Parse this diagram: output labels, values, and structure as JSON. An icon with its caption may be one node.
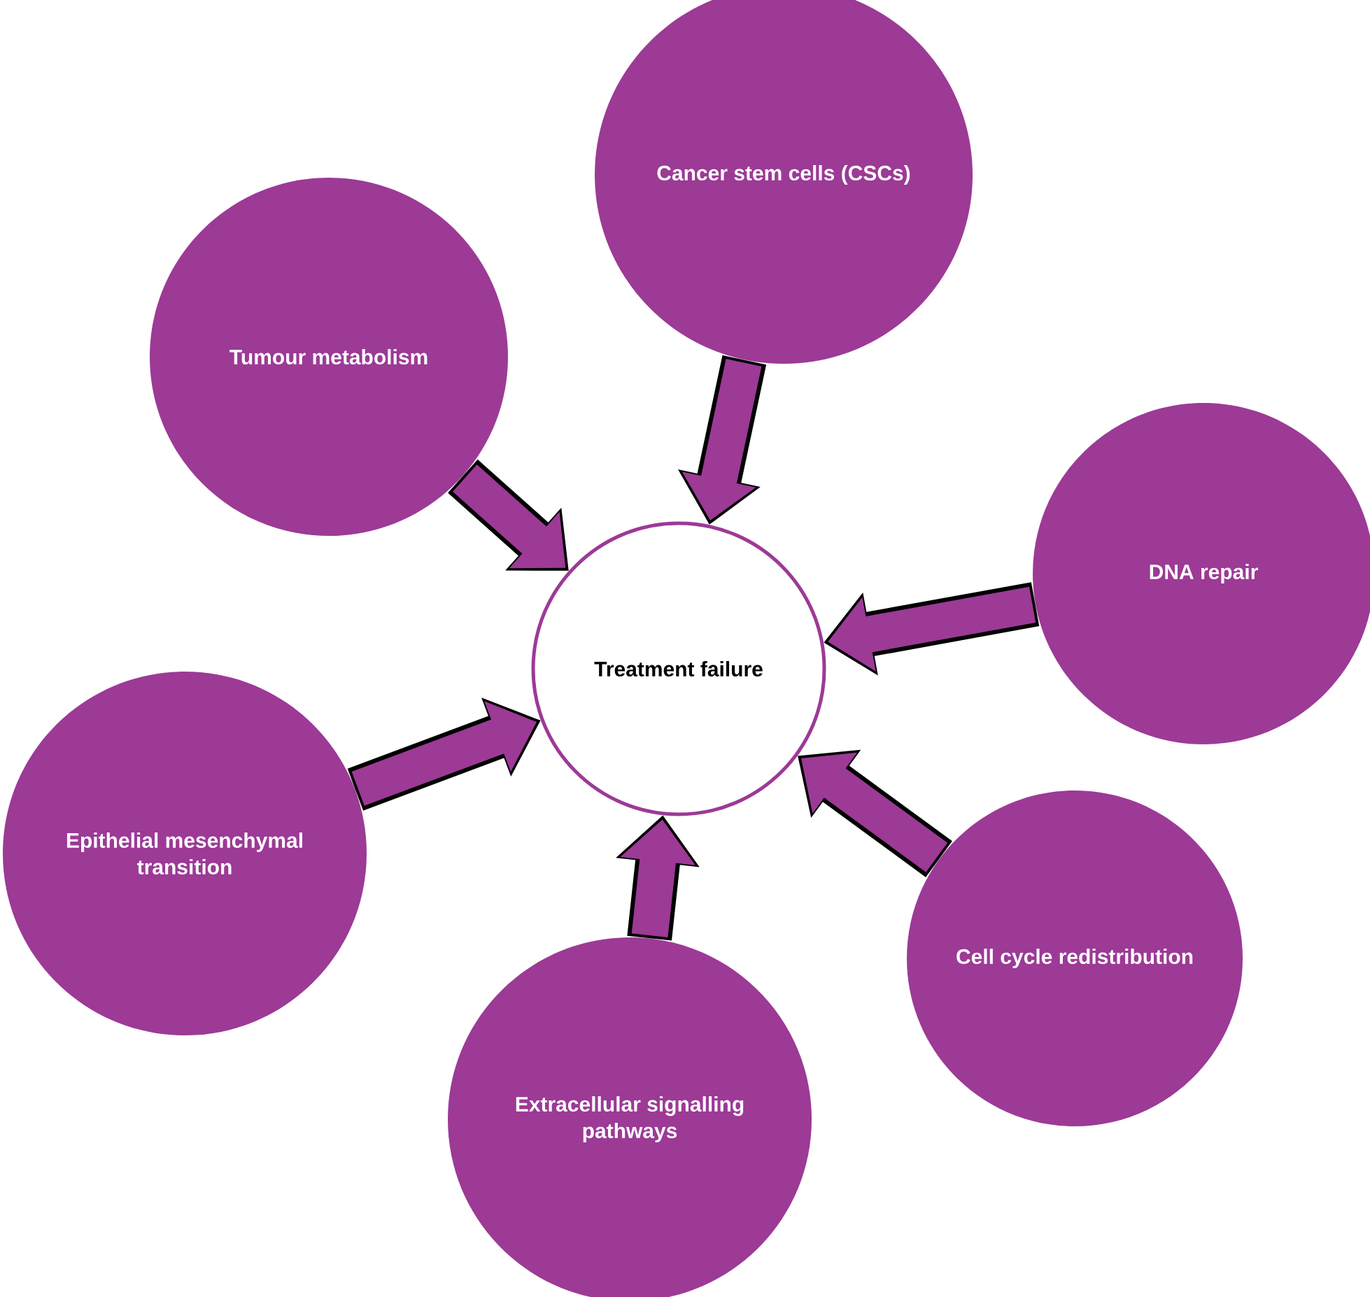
{
  "diagram": {
    "nodes": [
      {
        "text": [
          "Cancer stem cells (CSCs)"
        ]
      },
      {
        "text": [
          "Tumour metabolism"
        ]
      },
      {
        "text": [
          "DNA repair"
        ]
      },
      {
        "text": [
          "Treatment failure"
        ]
      },
      {
        "text": [
          "Epithelial mesenchymal transition"
        ]
      },
      {
        "text": [
          "Cell cycle redistribution"
        ]
      },
      {
        "text": [
          "Extracellular signalling pathways"
        ]
      }
    ],
    "edges": [
      {
        "from": 0,
        "to": 3,
        "arrow": "to"
      },
      {
        "from": 1,
        "to": 3,
        "arrow": "to"
      },
      {
        "from": 2,
        "to": 3,
        "arrow": "to"
      },
      {
        "from": 4,
        "to": 3,
        "arrow": "to"
      },
      {
        "from": 5,
        "to": 3,
        "arrow": "to"
      },
      {
        "from": 6,
        "to": 3,
        "arrow": "to"
      }
    ]
  }
}
